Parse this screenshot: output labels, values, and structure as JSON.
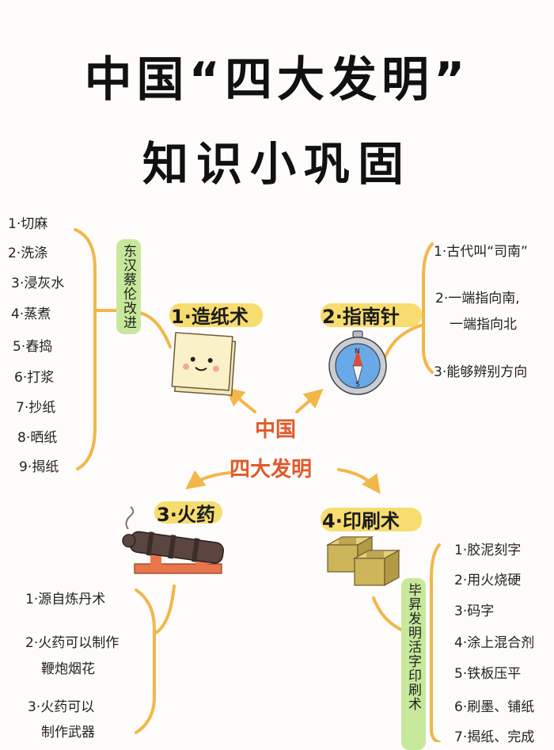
{
  "title": {
    "line1": "中国“四大发明”",
    "line2": "知识小巩固"
  },
  "center": {
    "line1": "中国",
    "line2": "四大发明"
  },
  "colors": {
    "highlight_yellow": "#f7dc6f",
    "highlight_green": "#c7e89b",
    "bracket_orange": "#f2b64a",
    "center_text": "#e2592a"
  },
  "papermaking": {
    "title": "1·造纸术",
    "inventor": "东汉蔡伦改进",
    "steps": [
      "1·切麻",
      "2·洗涤",
      "3·浸灰水",
      "4·蒸煮",
      "5·舂捣",
      "6·打浆",
      "7·抄纸",
      "8·晒纸",
      "9·揭纸"
    ]
  },
  "compass": {
    "title": "2·指南针",
    "points": [
      "1·古代叫“司南”",
      "2·一端指向南,",
      "一端指向北",
      "3·能够辨别方向"
    ]
  },
  "gunpowder": {
    "title": "3·火药",
    "points": [
      "1·源自炼丹术",
      "2·火药可以制作",
      "鞭炮烟花",
      "3·火药可以",
      "制作武器"
    ]
  },
  "printing": {
    "title": "4·印刷术",
    "inventor": "毕昇发明活字印刷术",
    "steps": [
      "1·胶泥刻字",
      "2·用火烧硬",
      "3·码字",
      "4·涂上混合剂",
      "5·铁板压平",
      "6·刷墨、铺纸",
      "7·揭纸、完成"
    ]
  }
}
